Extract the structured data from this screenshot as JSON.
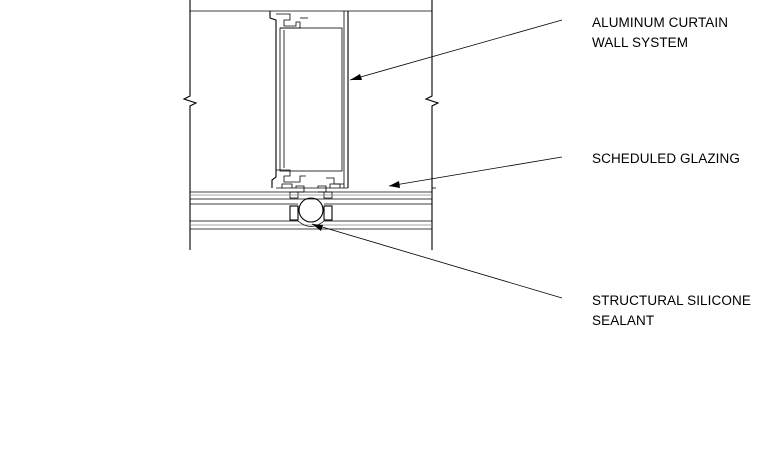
{
  "drawing": {
    "title": "Aluminum curtain wall head / sill section detail",
    "callouts": [
      {
        "id": "aluminum",
        "lines": [
          "ALUMINUM CURTAIN",
          "WALL SYSTEM"
        ]
      },
      {
        "id": "glazing",
        "lines": [
          "SCHEDULED GLAZING"
        ]
      },
      {
        "id": "sealant",
        "lines": [
          "STRUCTURAL SILICONE",
          "SEALANT"
        ]
      }
    ]
  }
}
